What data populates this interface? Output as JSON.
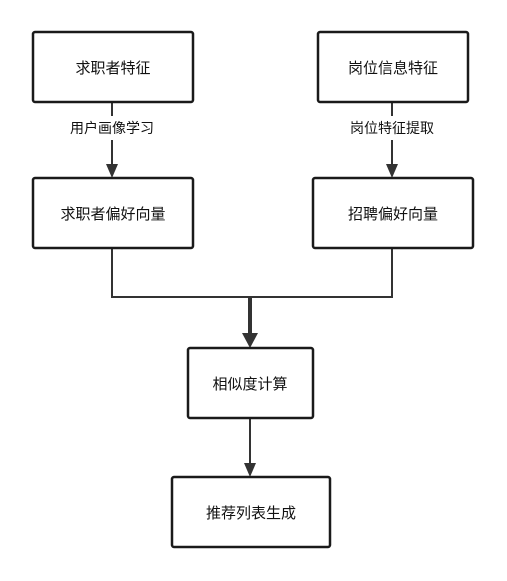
{
  "nodes": {
    "seeker_features": "求职者特征",
    "job_features": "岗位信息特征",
    "seeker_pref": "求职者偏好向量",
    "recruit_pref": "招聘偏好向量",
    "similarity": "相似度计算",
    "recommend": "推荐列表生成"
  },
  "edges": {
    "user_profile_learning": "用户画像学习",
    "job_feature_extraction": "岗位特征提取"
  }
}
